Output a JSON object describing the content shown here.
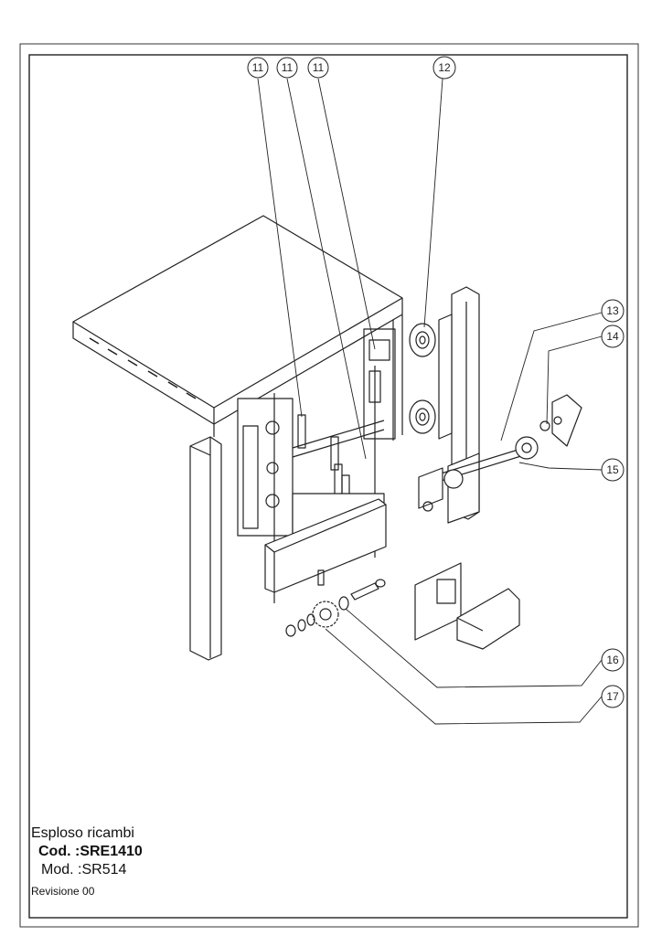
{
  "callouts": [
    {
      "id": "c11a",
      "label": "11"
    },
    {
      "id": "c11b",
      "label": "11"
    },
    {
      "id": "c11c",
      "label": "11"
    },
    {
      "id": "c12",
      "label": "12"
    },
    {
      "id": "c13",
      "label": "13"
    },
    {
      "id": "c14",
      "label": "14"
    },
    {
      "id": "c15",
      "label": "15"
    },
    {
      "id": "c16",
      "label": "16"
    },
    {
      "id": "c17",
      "label": "17"
    }
  ],
  "title_block": {
    "line1": "Esploso ricambi",
    "line2": "Cod. :SRE1410",
    "line3": "Mod. :SR514",
    "line4": "Revisione 00"
  },
  "colors": {
    "ink": "#222222",
    "paper": "#ffffff"
  }
}
